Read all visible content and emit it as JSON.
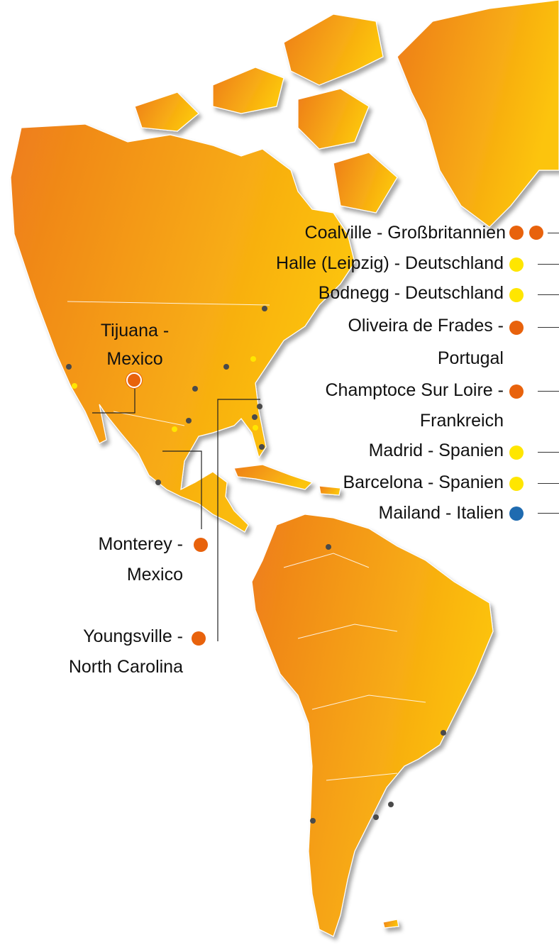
{
  "colors": {
    "orange": "#e8620c",
    "yellow": "#ffe600",
    "blue": "#1f6bb0",
    "land_dark": "#ef8a1e",
    "land_light": "#fcc20c",
    "city_marker": "#4a4a4a"
  },
  "legend": {
    "items": [
      {
        "label": "Coalville - Großbritannien",
        "markers": [
          "orange",
          "orange"
        ]
      },
      {
        "label": "Halle (Leipzig) - Deutschland",
        "markers": [
          "yellow"
        ]
      },
      {
        "label": "Bodnegg - Deutschland",
        "markers": [
          "yellow"
        ]
      },
      {
        "label_line1": "Oliveira de Frades -",
        "label_line2": "Portugal",
        "markers": [
          "orange"
        ]
      },
      {
        "label_line1": "Champtoce Sur Loire -",
        "label_line2": "Frankreich",
        "markers": [
          "orange"
        ]
      },
      {
        "label": "Madrid - Spanien",
        "markers": [
          "yellow"
        ]
      },
      {
        "label": "Barcelona - Spanien",
        "markers": [
          "yellow"
        ]
      },
      {
        "label": "Mailand - Italien",
        "markers": [
          "blue"
        ]
      }
    ]
  },
  "callouts": {
    "tijuana": {
      "line1": "Tijuana -",
      "line2": "Mexico",
      "marker": "orange-ring"
    },
    "monterey": {
      "line1": "Monterey -",
      "line2": "Mexico",
      "marker": "orange"
    },
    "youngsville": {
      "line1": "Youngsville -",
      "line2": "North Carolina",
      "marker": "orange"
    }
  }
}
